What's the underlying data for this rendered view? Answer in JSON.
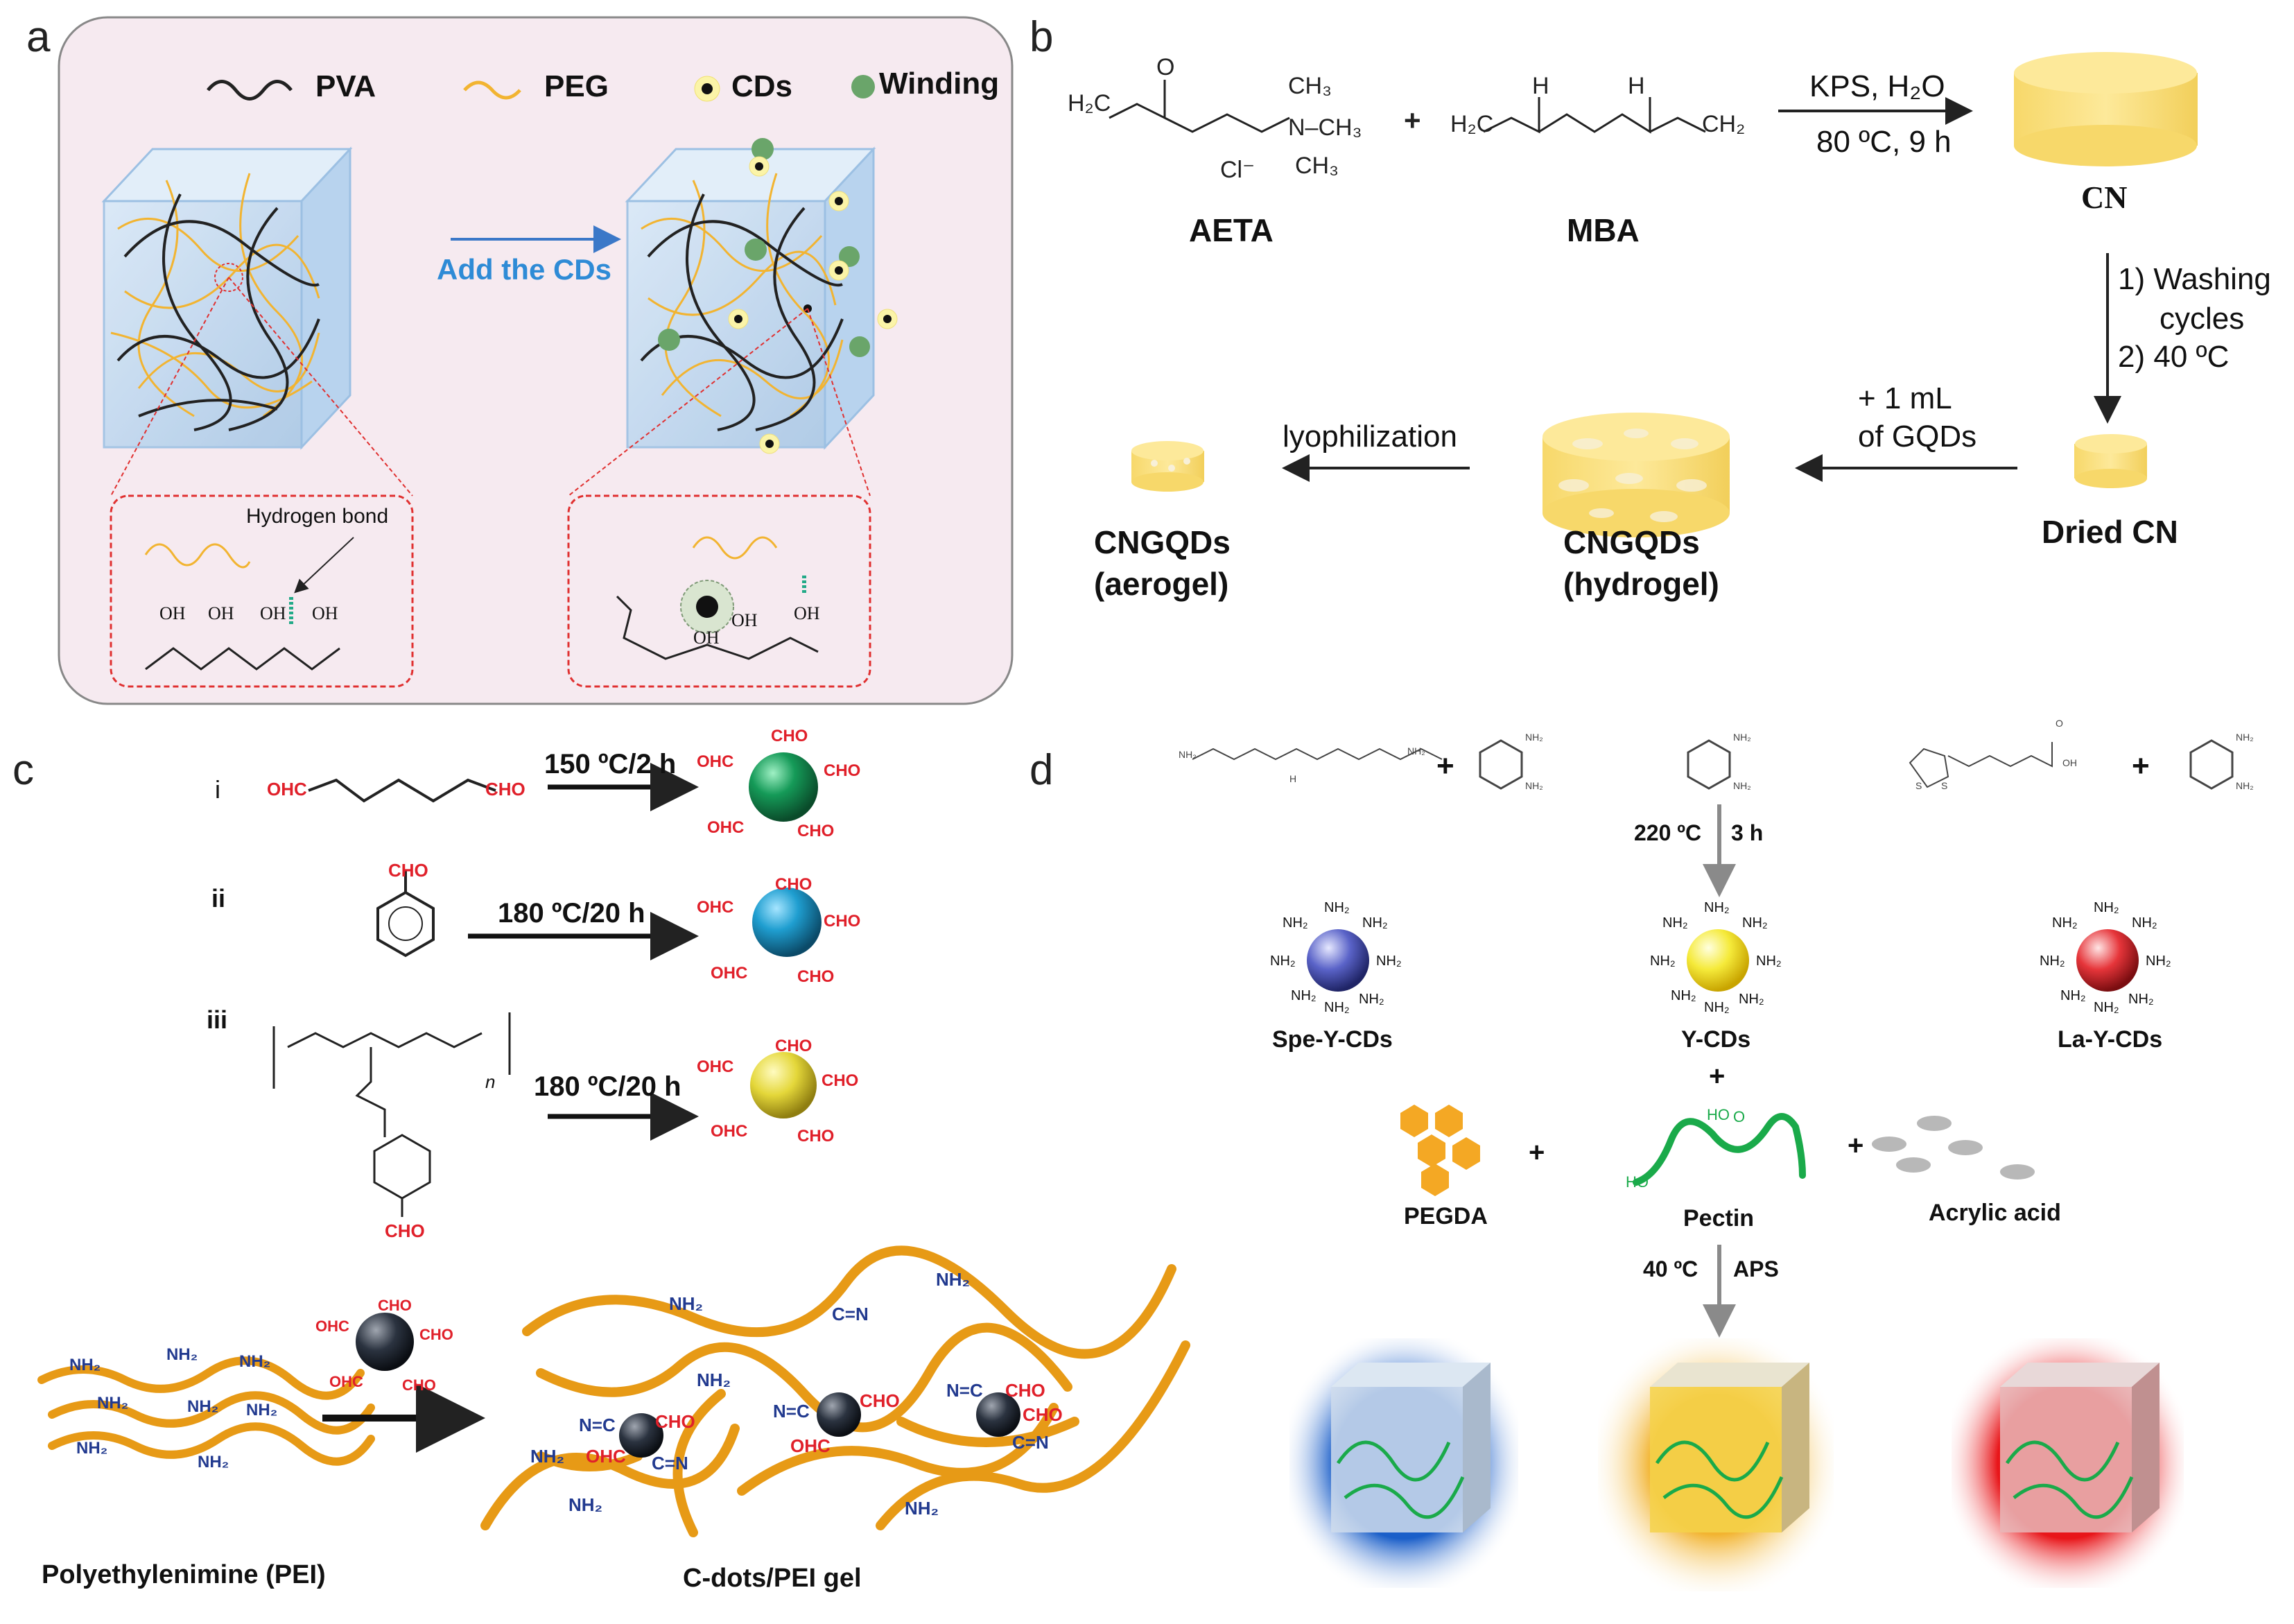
{
  "panels": {
    "a": {
      "letter": "a",
      "legend": {
        "pva": "PVA",
        "peg": "PEG",
        "cds": "CDs",
        "winding": "Winding"
      },
      "arrow_label": "Add the CDs",
      "hydrogen_bond": "Hydrogen bond",
      "oh": "OH",
      "oh_h": "OH"
    },
    "b": {
      "letter": "b",
      "aeta": "AETA",
      "mba": "MBA",
      "reagents_top": "KPS, H₂O",
      "conditions_top": "80 ºC, 9 h",
      "cn": "CN",
      "wash_1": "1) Washing",
      "wash_2": "cycles",
      "wash_3": "2) 40 ºC",
      "dried_cn": "Dried CN",
      "add_1": "+ 1 mL",
      "add_2": "of GQDs",
      "lyophilization": "lyophilization",
      "hydrogel_1": "CNGQDs",
      "hydrogel_2": "(hydrogel)",
      "aerogel_1": "CNGQDs",
      "aerogel_2": "(aerogel)",
      "chem": {
        "h2c": "H₂C",
        "ch3": "CH₃",
        "nch3": "N–CH₃",
        "cl": "Cl⁻",
        "o": "O",
        "nh": "H",
        "n": "N",
        "ch2": "CH₂",
        "plus": "+"
      }
    },
    "c": {
      "letter": "c",
      "row_i": "i",
      "row_ii": "ii",
      "row_iii": "iii",
      "cond_i": "150 ºC/2 h",
      "cond_ii": "180 ºC/20 h",
      "cond_iii": "180 ºC/20 h",
      "cho": "CHO",
      "ohc": "OHC",
      "nh2": "NH₂",
      "n_sub": "n",
      "cn_link": "N=C",
      "cn_link2": "C=N",
      "pei_label": "Polyethylenimine (PEI)",
      "gel_label": "C-dots/PEI gel"
    },
    "d": {
      "letter": "d",
      "cond_top_1": "220 ºC",
      "cond_top_2": "3 h",
      "spe": "Spe-Y-CDs",
      "y": "Y-CDs",
      "la": "La-Y-CDs",
      "pegda": "PEGDA",
      "pectin": "Pectin",
      "acrylic": "Acrylic acid",
      "cond_bot_1": "40 ºC",
      "cond_bot_2": "APS",
      "plus": "+",
      "nh2": "NH₂",
      "ho": "HO",
      "oh": "OH",
      "o": "O",
      "s": "S",
      "h": "H"
    }
  },
  "colors": {
    "gold": "#f2b431",
    "pale_gold": "#fbe38a",
    "red_label": "#e0202a",
    "blue_label": "#2e8bd6",
    "green_dot": "#6aa56a",
    "sphere_green": "#159a58",
    "sphere_cyan": "#1f9ed0",
    "sphere_yellow": "#e4d73a",
    "sphere_blue": "#5a63c8",
    "sphere_red": "#e6353a",
    "cube_blue": "#bcd6ee"
  }
}
